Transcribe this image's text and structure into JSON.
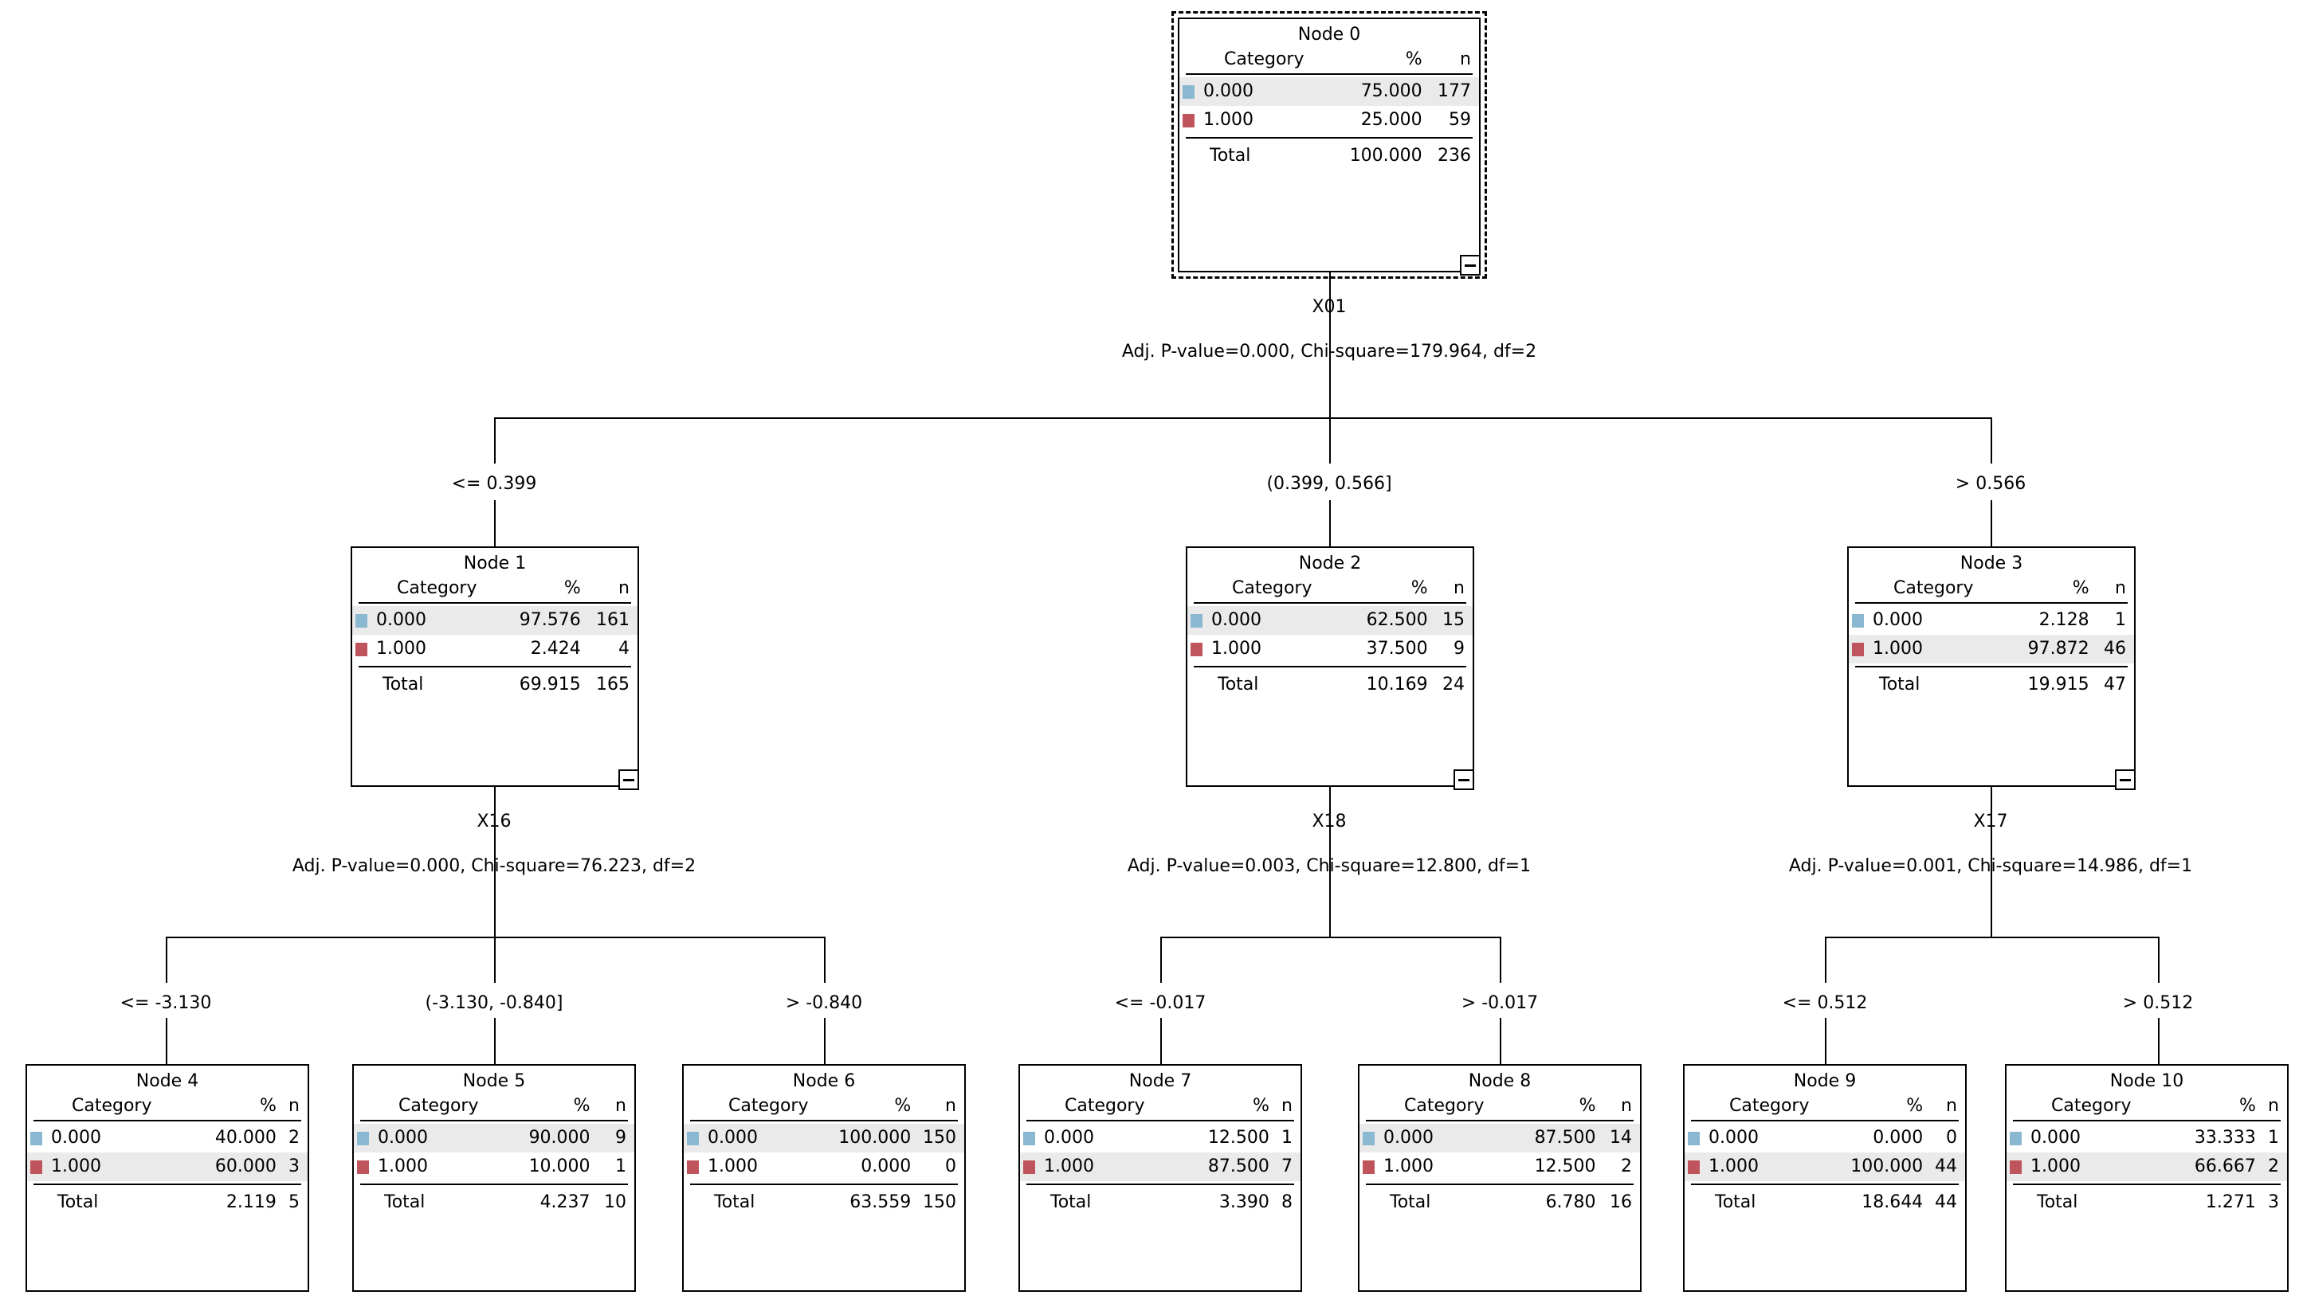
{
  "diagram": {
    "type": "chaid-decision-tree",
    "columns": {
      "category": "Category",
      "percent": "%",
      "count": "n",
      "total": "Total"
    },
    "legend": {
      "class0_color": "#8ab8d0",
      "class1_color": "#c0545c",
      "highlight_color": "#eaeaea"
    }
  },
  "nodes": [
    {
      "id": "node0",
      "title": "Node 0",
      "rows": [
        {
          "label": "0.000",
          "pct": "75.000",
          "n": "177",
          "color": "blue",
          "highlight": true
        },
        {
          "label": "1.000",
          "pct": "25.000",
          "n": "59",
          "color": "red",
          "highlight": false
        }
      ],
      "total": {
        "label": "Total",
        "pct": "100.000",
        "n": "236"
      }
    },
    {
      "id": "node1",
      "title": "Node 1",
      "rows": [
        {
          "label": "0.000",
          "pct": "97.576",
          "n": "161",
          "color": "blue",
          "highlight": true
        },
        {
          "label": "1.000",
          "pct": "2.424",
          "n": "4",
          "color": "red",
          "highlight": false
        }
      ],
      "total": {
        "label": "Total",
        "pct": "69.915",
        "n": "165"
      }
    },
    {
      "id": "node2",
      "title": "Node 2",
      "rows": [
        {
          "label": "0.000",
          "pct": "62.500",
          "n": "15",
          "color": "blue",
          "highlight": true
        },
        {
          "label": "1.000",
          "pct": "37.500",
          "n": "9",
          "color": "red",
          "highlight": false
        }
      ],
      "total": {
        "label": "Total",
        "pct": "10.169",
        "n": "24"
      }
    },
    {
      "id": "node3",
      "title": "Node 3",
      "rows": [
        {
          "label": "0.000",
          "pct": "2.128",
          "n": "1",
          "color": "blue",
          "highlight": false
        },
        {
          "label": "1.000",
          "pct": "97.872",
          "n": "46",
          "color": "red",
          "highlight": true
        }
      ],
      "total": {
        "label": "Total",
        "pct": "19.915",
        "n": "47"
      }
    },
    {
      "id": "node4",
      "title": "Node 4",
      "rows": [
        {
          "label": "0.000",
          "pct": "40.000",
          "n": "2",
          "color": "blue",
          "highlight": false
        },
        {
          "label": "1.000",
          "pct": "60.000",
          "n": "3",
          "color": "red",
          "highlight": true
        }
      ],
      "total": {
        "label": "Total",
        "pct": "2.119",
        "n": "5"
      }
    },
    {
      "id": "node5",
      "title": "Node 5",
      "rows": [
        {
          "label": "0.000",
          "pct": "90.000",
          "n": "9",
          "color": "blue",
          "highlight": true
        },
        {
          "label": "1.000",
          "pct": "10.000",
          "n": "1",
          "color": "red",
          "highlight": false
        }
      ],
      "total": {
        "label": "Total",
        "pct": "4.237",
        "n": "10"
      }
    },
    {
      "id": "node6",
      "title": "Node 6",
      "rows": [
        {
          "label": "0.000",
          "pct": "100.000",
          "n": "150",
          "color": "blue",
          "highlight": true
        },
        {
          "label": "1.000",
          "pct": "0.000",
          "n": "0",
          "color": "red",
          "highlight": false
        }
      ],
      "total": {
        "label": "Total",
        "pct": "63.559",
        "n": "150"
      }
    },
    {
      "id": "node7",
      "title": "Node 7",
      "rows": [
        {
          "label": "0.000",
          "pct": "12.500",
          "n": "1",
          "color": "blue",
          "highlight": false
        },
        {
          "label": "1.000",
          "pct": "87.500",
          "n": "7",
          "color": "red",
          "highlight": true
        }
      ],
      "total": {
        "label": "Total",
        "pct": "3.390",
        "n": "8"
      }
    },
    {
      "id": "node8",
      "title": "Node 8",
      "rows": [
        {
          "label": "0.000",
          "pct": "87.500",
          "n": "14",
          "color": "blue",
          "highlight": true
        },
        {
          "label": "1.000",
          "pct": "12.500",
          "n": "2",
          "color": "red",
          "highlight": false
        }
      ],
      "total": {
        "label": "Total",
        "pct": "6.780",
        "n": "16"
      }
    },
    {
      "id": "node9",
      "title": "Node 9",
      "rows": [
        {
          "label": "0.000",
          "pct": "0.000",
          "n": "0",
          "color": "blue",
          "highlight": false
        },
        {
          "label": "1.000",
          "pct": "100.000",
          "n": "44",
          "color": "red",
          "highlight": true
        }
      ],
      "total": {
        "label": "Total",
        "pct": "18.644",
        "n": "44"
      }
    },
    {
      "id": "node10",
      "title": "Node 10",
      "rows": [
        {
          "label": "0.000",
          "pct": "33.333",
          "n": "1",
          "color": "blue",
          "highlight": false
        },
        {
          "label": "1.000",
          "pct": "66.667",
          "n": "2",
          "color": "red",
          "highlight": true
        }
      ],
      "total": {
        "label": "Total",
        "pct": "1.271",
        "n": "3"
      }
    }
  ],
  "splits": [
    {
      "id": "split0",
      "parent": "node0",
      "variable": "X01",
      "stats": "Adj. P-value=0.000, Chi-square=179.964, df=2",
      "p_value": "0.000",
      "chi_square": "179.964",
      "df": "2",
      "branches": [
        "<= 0.399",
        "(0.399, 0.566]",
        "> 0.566"
      ]
    },
    {
      "id": "split1",
      "parent": "node1",
      "variable": "X16",
      "stats": "Adj. P-value=0.000, Chi-square=76.223, df=2",
      "p_value": "0.000",
      "chi_square": "76.223",
      "df": "2",
      "branches": [
        "<= -3.130",
        "(-3.130, -0.840]",
        "> -0.840"
      ]
    },
    {
      "id": "split2",
      "parent": "node2",
      "variable": "X18",
      "stats": "Adj. P-value=0.003, Chi-square=12.800, df=1",
      "p_value": "0.003",
      "chi_square": "12.800",
      "df": "1",
      "branches": [
        "<= -0.017",
        "> -0.017"
      ]
    },
    {
      "id": "split3",
      "parent": "node3",
      "variable": "X17",
      "stats": "Adj. P-value=0.001, Chi-square=14.986, df=1",
      "p_value": "0.001",
      "chi_square": "14.986",
      "df": "1",
      "branches": [
        "<= 0.512",
        "> 0.512"
      ]
    }
  ]
}
